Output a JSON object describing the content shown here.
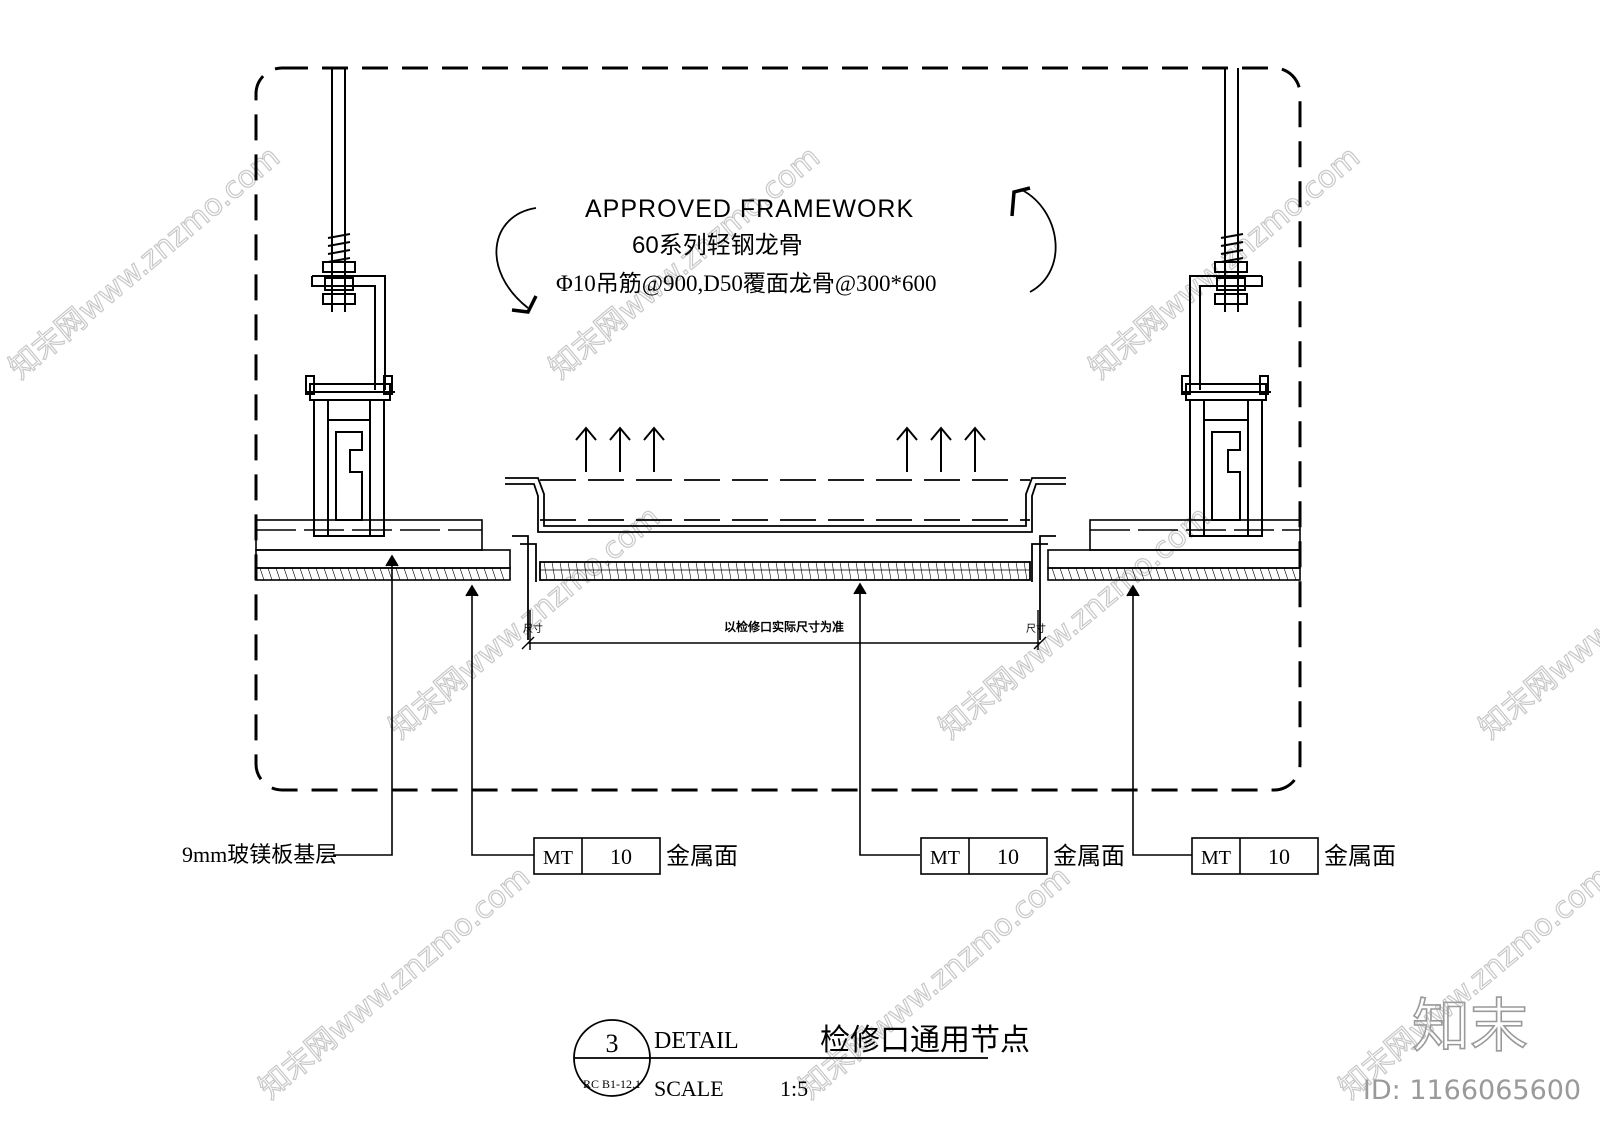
{
  "annotation": {
    "line1": "APPROVED FRAMEWORK",
    "line2": "60系列轻钢龙骨",
    "line3": "Φ10吊筋@900,D50覆面龙骨@300*600"
  },
  "dimension": {
    "opening_text": "以检修口实际尺寸为准",
    "left_edge_text": "尺寸",
    "right_edge_text": "尺寸"
  },
  "callouts": {
    "base_layer": "9mm玻镁板基层",
    "tags": [
      {
        "code": "MT",
        "number": "10",
        "label": "金属面"
      },
      {
        "code": "MT",
        "number": "10",
        "label": "金属面"
      },
      {
        "code": "MT",
        "number": "10",
        "label": "金属面"
      }
    ]
  },
  "title_block": {
    "number": "3",
    "ref": "RC B1-12.1",
    "detail_label": "DETAIL",
    "title": "检修口通用节点",
    "scale_label": "SCALE",
    "scale_value": "1:5"
  },
  "watermark": {
    "brand": "知末",
    "id_text": "ID: 1166065600",
    "url_text": "知末网www.znzmo.com"
  },
  "colors": {
    "ink": "#000000",
    "watermark": "#c8c8c8",
    "background": "#ffffff"
  }
}
